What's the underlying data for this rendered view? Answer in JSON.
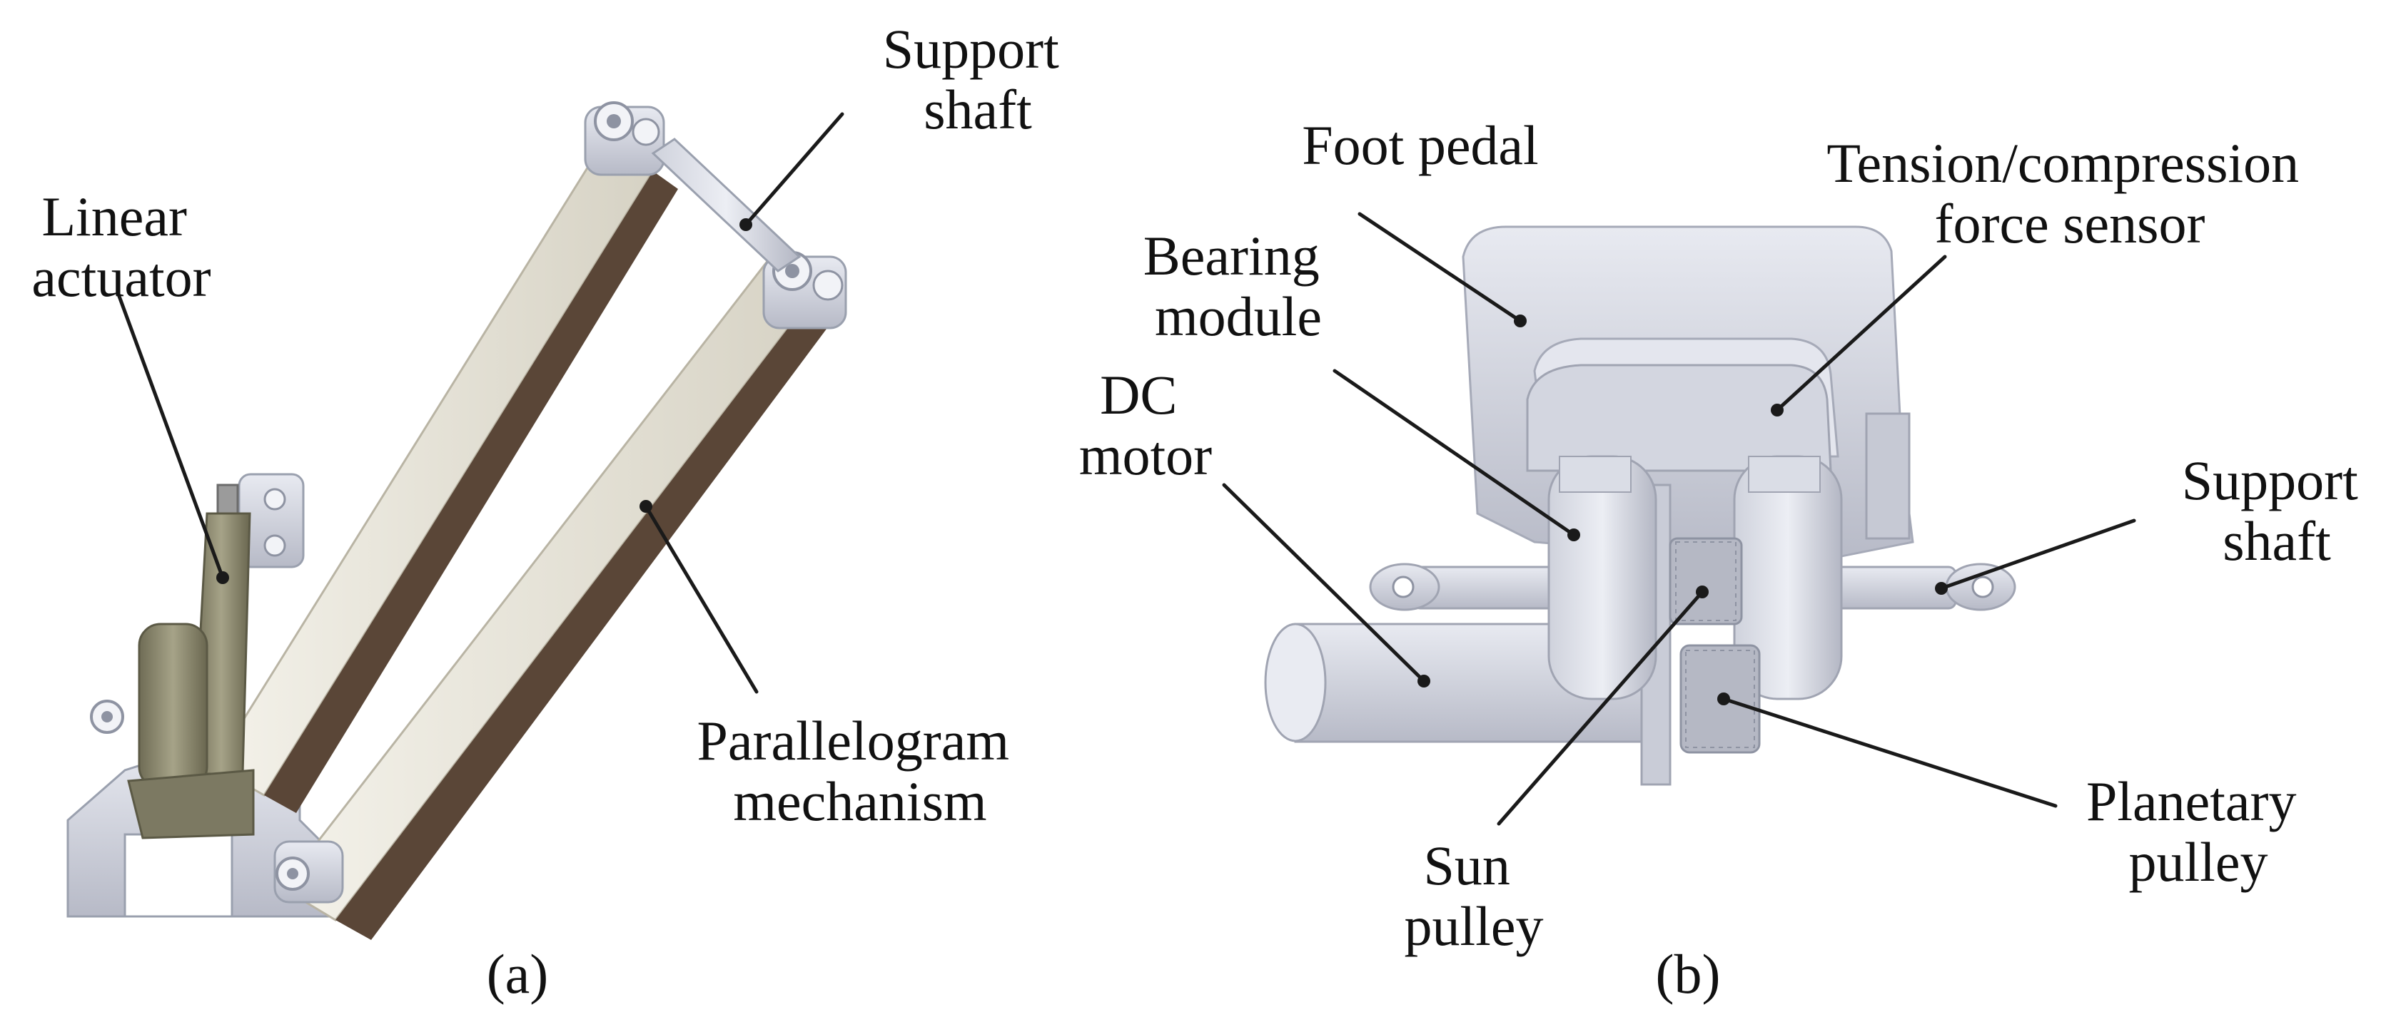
{
  "panels": [
    {
      "caption": "(a)",
      "labels": {
        "support_shaft": [
          "Support",
          "shaft"
        ],
        "linear_actuator": [
          "Linear",
          "actuator"
        ],
        "parallelogram_mechanism": [
          "Parallelogram",
          "mechanism"
        ]
      }
    },
    {
      "caption": "(b)",
      "labels": {
        "foot_pedal": [
          "Foot pedal"
        ],
        "tension_sensor": [
          "Tension/compression",
          "force sensor"
        ],
        "bearing_module": [
          "Bearing",
          "module"
        ],
        "dc_motor": [
          "DC",
          "motor"
        ],
        "support_shaft": [
          "Support",
          "shaft"
        ],
        "planetary_pulley": [
          "Planetary",
          "pulley"
        ],
        "sun_pulley": [
          "Sun",
          "pulley"
        ]
      }
    }
  ],
  "colors": {
    "beam_light": "#e9e6db",
    "beam_dark": "#5a4637",
    "metal_light": "#d9dbe4",
    "metal_mid": "#b9bcc8",
    "actuator": "#8a876c",
    "leader": "#1a1a1a"
  }
}
